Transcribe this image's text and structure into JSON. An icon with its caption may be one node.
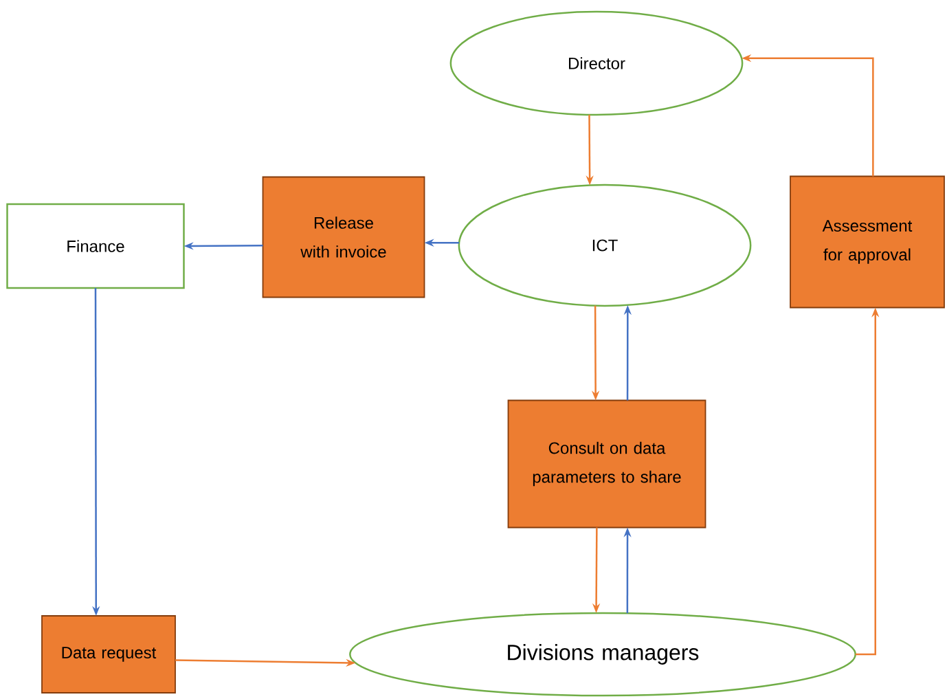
{
  "diagram": {
    "nodes": [
      {
        "text": [
          "Director"
        ]
      },
      {
        "text": [
          "ICT"
        ]
      },
      {
        "text": [
          "Release with invoice"
        ]
      },
      {
        "text": [
          "Finance"
        ]
      },
      {
        "text": [
          "Assessment for approval"
        ]
      },
      {
        "text": [
          "Consult on data parameters to share"
        ]
      },
      {
        "text": [
          "Data request"
        ]
      },
      {
        "text": [
          "Divisions managers"
        ]
      }
    ],
    "edges": [
      {
        "from": 0,
        "to": 1,
        "arrow": "to"
      },
      {
        "from": 1,
        "to": 2,
        "arrow": "to",
        "color": "#4472c4"
      },
      {
        "from": 2,
        "to": 3,
        "arrow": "to",
        "color": "#4472c4"
      },
      {
        "from": 3,
        "to": 6,
        "arrow": "to",
        "color": "#4472c4"
      },
      {
        "from": 6,
        "to": 7,
        "arrow": "to"
      },
      {
        "from": 1,
        "to": 5,
        "arrow": "to"
      },
      {
        "from": 5,
        "to": 1,
        "arrow": "to",
        "color": "#4472c4"
      },
      {
        "from": 5,
        "to": 7,
        "arrow": "to"
      },
      {
        "from": 7,
        "to": 5,
        "arrow": "to",
        "color": "#4472c4"
      },
      {
        "from": 7,
        "to": 4,
        "arrow": "to"
      },
      {
        "from": 4,
        "to": 0,
        "arrow": "to"
      }
    ]
  }
}
